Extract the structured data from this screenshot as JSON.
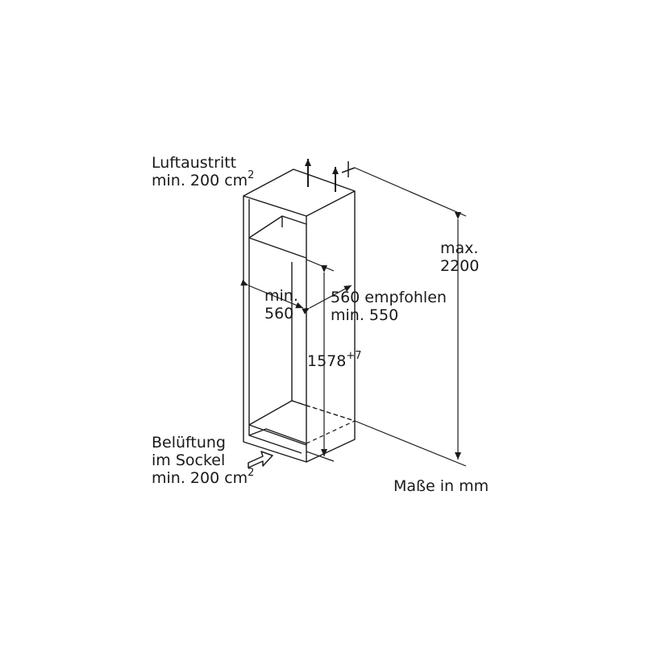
{
  "air_outlet": {
    "line1": "Luftaustritt",
    "line2": "min. 200 cm",
    "sup": "2"
  },
  "air_inlet": {
    "line1": "Belüftung",
    "line2": "im Sockel",
    "line3": "min. 200 cm",
    "sup": "2"
  },
  "max_height": {
    "line1": "max.",
    "line2": "2200"
  },
  "niche_width": {
    "line1": "min.",
    "line2": "560"
  },
  "niche_depth": {
    "line1": "560 empfohlen",
    "line2": "min. 550"
  },
  "niche_height": {
    "value": "1578",
    "tolerance": "+7"
  },
  "units_note": "Maße in mm",
  "colors": {
    "line": "#1a1a1a",
    "background": "#ffffff"
  }
}
